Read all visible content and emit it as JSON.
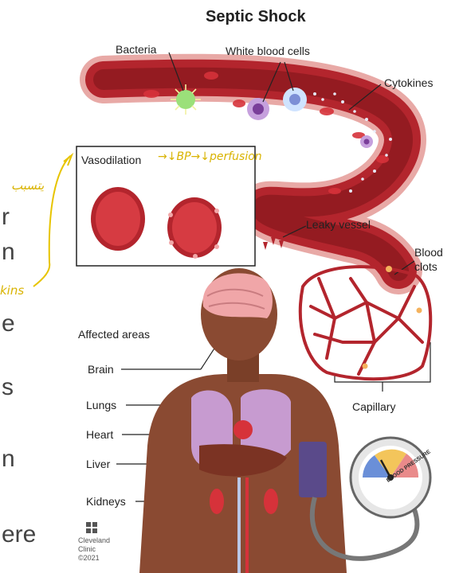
{
  "title": "Septic Shock",
  "labels": {
    "bacteria": "Bacteria",
    "white_blood_cells": "White blood cells",
    "cytokines": "Cytokines",
    "leaky_vessel": "Leaky vessel",
    "blood_clots": "Blood\nclots",
    "capillary": "Capillary",
    "affected_areas": "Affected areas",
    "brain": "Brain",
    "lungs": "Lungs",
    "heart": "Heart",
    "liver": "Liver",
    "kidneys": "Kidneys"
  },
  "inset": {
    "text": "Vasodilation",
    "annotation": "→↓BP→↓perfusion"
  },
  "handwriting": {
    "arabic": "يتسبب",
    "left_fragment": "kins"
  },
  "background_fragments": [
    "r",
    "n",
    "e",
    "s",
    "n",
    "ere"
  ],
  "gauge": {
    "label": "BLOOD PRESSURE"
  },
  "logo": {
    "name": "Cleveland Clinic",
    "line1": "Cleveland",
    "line2": "Clinic",
    "year": "©2021"
  },
  "colors": {
    "vessel": "#b3252d",
    "skin": "#8a4a32",
    "lungs": "#c79bd0",
    "annotation": "#e7c400"
  }
}
